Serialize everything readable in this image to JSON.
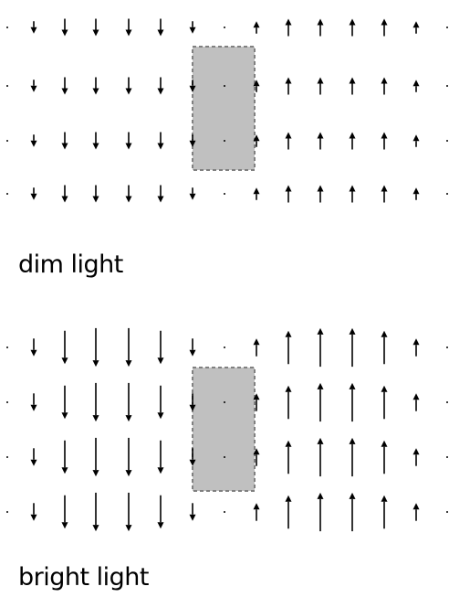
{
  "panels": [
    {
      "label": "dim light",
      "rows": 4,
      "columns": [
        {
          "direction": "none",
          "magnitude": 0
        },
        {
          "direction": "down",
          "magnitude": 1
        },
        {
          "direction": "down",
          "magnitude": 2
        },
        {
          "direction": "down",
          "magnitude": 2
        },
        {
          "direction": "down",
          "magnitude": 2
        },
        {
          "direction": "down",
          "magnitude": 2
        },
        {
          "direction": "down",
          "magnitude": 1
        },
        {
          "direction": "none",
          "magnitude": 0
        },
        {
          "direction": "up",
          "magnitude": 1
        },
        {
          "direction": "up",
          "magnitude": 2
        },
        {
          "direction": "up",
          "magnitude": 2
        },
        {
          "direction": "up",
          "magnitude": 2
        },
        {
          "direction": "up",
          "magnitude": 2
        },
        {
          "direction": "up",
          "magnitude": 1
        },
        {
          "direction": "none",
          "magnitude": 0
        }
      ]
    },
    {
      "label": "bright light",
      "rows": 4,
      "columns": [
        {
          "direction": "none",
          "magnitude": 0
        },
        {
          "direction": "down",
          "magnitude": 1.2
        },
        {
          "direction": "down",
          "magnitude": 3
        },
        {
          "direction": "down",
          "magnitude": 3.6
        },
        {
          "direction": "down",
          "magnitude": 3.6
        },
        {
          "direction": "down",
          "magnitude": 3
        },
        {
          "direction": "down",
          "magnitude": 1.2
        },
        {
          "direction": "none",
          "magnitude": 0
        },
        {
          "direction": "up",
          "magnitude": 1.2
        },
        {
          "direction": "up",
          "magnitude": 3
        },
        {
          "direction": "up",
          "magnitude": 3.6
        },
        {
          "direction": "up",
          "magnitude": 3.6
        },
        {
          "direction": "up",
          "magnitude": 3
        },
        {
          "direction": "up",
          "magnitude": 1.2
        },
        {
          "direction": "none",
          "magnitude": 0
        }
      ]
    }
  ],
  "colors": {
    "arrow": "#000000",
    "dot": "#000000",
    "box_fill": "#c0c0c0",
    "box_border": "#808080"
  }
}
